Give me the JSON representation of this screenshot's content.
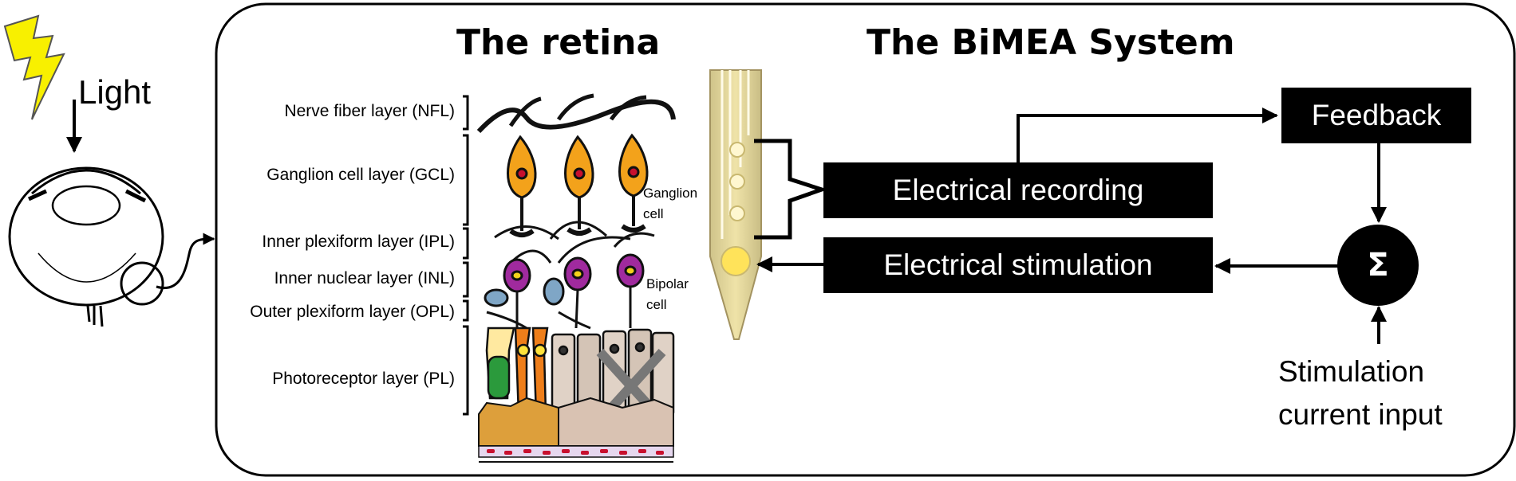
{
  "light": {
    "label": "Light",
    "bolt_color": "#f8f000"
  },
  "retina": {
    "title": "The retina",
    "layers": [
      "Nerve fiber layer (NFL)",
      "Ganglion cell layer (GCL)",
      "Inner plexiform layer (IPL)",
      "Inner nuclear layer (INL)",
      "Outer plexiform layer (OPL)",
      "Photoreceptor layer (PL)"
    ],
    "cells": {
      "ganglion": [
        "Ganglion",
        "cell"
      ],
      "bipolar": [
        "Bipolar",
        "cell"
      ]
    },
    "colors": {
      "ganglion": "#f3a21b",
      "bipolar": "#a02a9e",
      "rod": "#e0d2c6",
      "cone_green": "#2b9a3c",
      "cone_orange": "#ee7e1a",
      "cone_yellow": "#ffe23b"
    }
  },
  "bimea": {
    "title": "The BiMEA System",
    "recording": "Electrical recording",
    "stimulation": "Electrical stimulation",
    "feedback": "Feedback",
    "sum_symbol": "Σ",
    "input_label": [
      "Stimulation",
      "current input"
    ],
    "probe_color": "#e6d38f"
  }
}
